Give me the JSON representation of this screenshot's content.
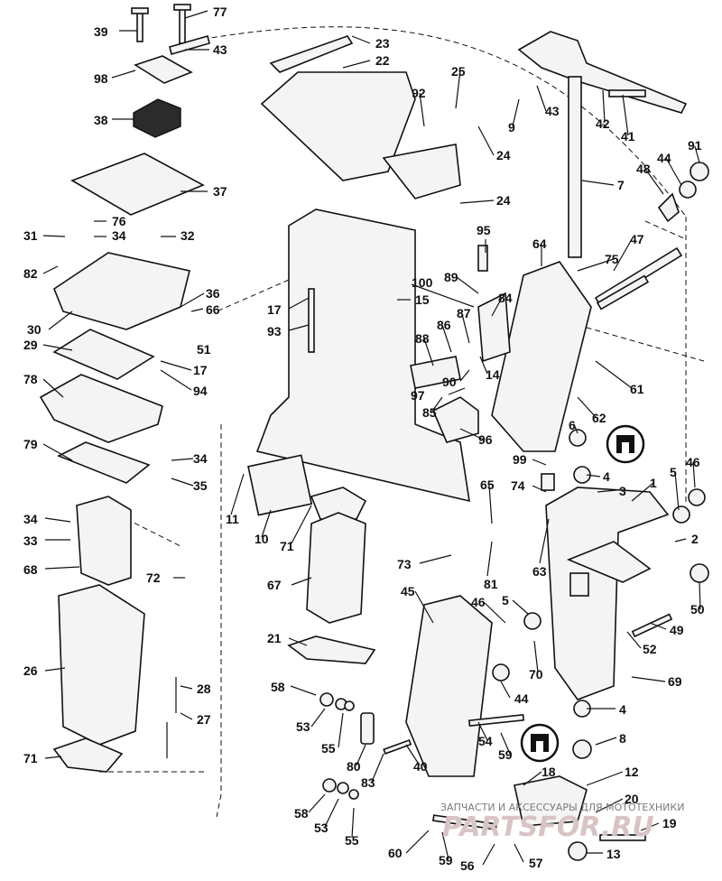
{
  "callouts": [
    "39",
    "77",
    "43",
    "98",
    "38",
    "37",
    "31",
    "76",
    "34",
    "32",
    "82",
    "30",
    "36",
    "66",
    "29",
    "51",
    "17",
    "94",
    "78",
    "79",
    "35",
    "34",
    "11",
    "10",
    "71",
    "34",
    "33",
    "68",
    "72",
    "67",
    "21",
    "26",
    "28",
    "27",
    "71",
    "23",
    "22",
    "25",
    "92",
    "9",
    "43",
    "42",
    "41",
    "24",
    "24",
    "91",
    "44",
    "48",
    "7",
    "95",
    "47",
    "75",
    "64",
    "100",
    "89",
    "15",
    "84",
    "17",
    "93",
    "87",
    "86",
    "88",
    "90",
    "14",
    "97",
    "85",
    "61",
    "62",
    "6",
    "96",
    "99",
    "4",
    "5",
    "46",
    "74",
    "3",
    "1",
    "65",
    "2",
    "73",
    "63",
    "81",
    "50",
    "45",
    "46",
    "49",
    "5",
    "52",
    "70",
    "44",
    "69",
    "58",
    "53",
    "55",
    "80",
    "54",
    "59",
    "4",
    "8",
    "83",
    "40",
    "18",
    "12",
    "58",
    "20",
    "53",
    "19",
    "60",
    "55",
    "59",
    "56",
    "57",
    "13"
  ],
  "watermark": {
    "caption": "ЗАПЧАСТИ И АКСЕССУАРЫ ДЛЯ МОТОТЕХНИКИ",
    "logo": "PARTSFOR.RU"
  },
  "icons": [
    "bearing-symbol-icon",
    "bearing-symbol-icon"
  ]
}
